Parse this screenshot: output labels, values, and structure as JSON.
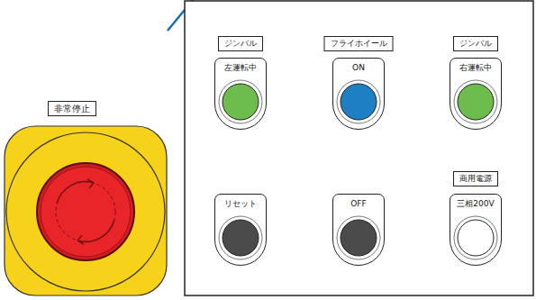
{
  "diagram": {
    "nodes": [
      {
        "text": [
          "非常停止"
        ]
      },
      {
        "text": [
          "ジンバル",
          "左運転中"
        ]
      },
      {
        "text": [
          "フライホイール",
          "ON"
        ]
      },
      {
        "text": [
          "ジンバル",
          "右運転中"
        ]
      },
      {
        "text": [
          "リセット"
        ]
      },
      {
        "text": [
          "OFF"
        ]
      },
      {
        "text": [
          "商用電源",
          "三相200V"
        ]
      }
    ]
  }
}
